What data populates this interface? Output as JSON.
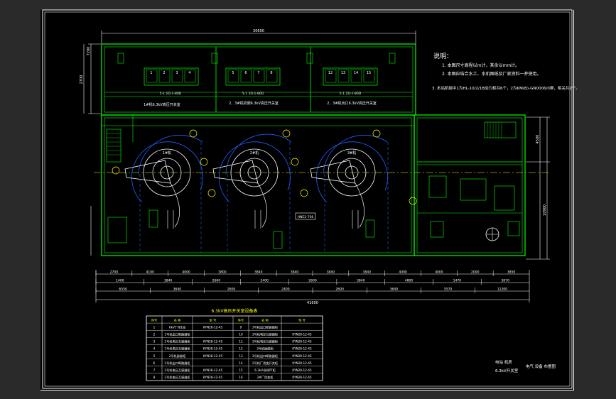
{
  "drawing": {
    "top_dimension": "30600",
    "left_dimensions": [
      "2700",
      "7200"
    ],
    "right_dimensions": [
      "4500",
      "10900"
    ],
    "bottom_dimension_total": "41600",
    "bottom_row1": [
      "2700",
      "4100",
      "4000",
      "3800",
      "3840",
      "3840",
      "3840",
      "3840",
      "4000",
      "4000",
      "2000",
      "3850"
    ],
    "bottom_row2": [
      "1400",
      "3840",
      "2600",
      "2400",
      "2600",
      "3840",
      "4800",
      "1470",
      "3870"
    ],
    "bottom_row3": [
      "6550",
      "3640",
      "2600",
      "2400",
      "2600",
      "3640",
      "5570",
      "11200"
    ],
    "row_unit_labels": [
      "5-1 1D-1-80D",
      "5-1 1D-1-80D",
      "5-1 1D-1-80D"
    ],
    "cubicle_groups": [
      [
        "1",
        "2",
        "3",
        "4"
      ],
      [
        "5",
        "6",
        "7",
        "8"
      ],
      [
        "12",
        "13",
        "14",
        "15"
      ]
    ],
    "switchroom_labels": [
      "1#机6.3kV高压开关室",
      "2、3#机机侧6.3kV高压开关室",
      "2、3#机出口6.3kV高压开关室"
    ],
    "device_labels": [
      "1#机",
      "2#机",
      "3#机"
    ],
    "tag_box": "HNE2-700"
  },
  "notes": {
    "heading": "说明：",
    "lines": [
      "1. 本图尺寸高程以m计，其余以mm计。",
      "2. 本图应结合水工、水机图纸及厂家资料一并使用。",
      "3. 本站机组中1为HL-10/2/1B动力柜共6个，2为KM(B)-GN0006/0屏，相关共2个。"
    ]
  },
  "table": {
    "title": "6.3kV高压开关室设备表",
    "headers": [
      "序号",
      "名  称",
      "型  号",
      "序号",
      "名  称",
      "型  号"
    ],
    "rows": [
      [
        "1",
        "6kV厂用1段",
        "KYN28-12-45",
        "9",
        "3号机出口断路器柜",
        ""
      ],
      [
        "2",
        "1号机出口断路器柜",
        "",
        "10",
        "3号机电压互感器柜",
        "KYN28-12-45"
      ],
      [
        "3",
        "1号机电压互感器柜",
        "KYN28-12-45",
        "11",
        "3号机电压互感器柜",
        "KYN28-12-45"
      ],
      [
        "4",
        "1号机电压互感器柜",
        "KYN28-12-45",
        "12",
        "3号机励磁柜",
        "KYN28-12-45"
      ],
      [
        "5",
        "2号机励磁柜",
        "KYN28-12-45",
        "13",
        "3号机出口断路器柜",
        "KYN28-12-45"
      ],
      [
        "6",
        "2号机出口断路器柜",
        "",
        "14",
        "2号机厂用变开关柜",
        "KYN28-12-45"
      ],
      [
        "7",
        "2号机电压互感器柜",
        "KYN28-12-45",
        "15",
        "6.3kV母线PT柜",
        "KYN28-12-45"
      ],
      [
        "8",
        "2号机电压互感器柜",
        "KYN28-12-45",
        "16",
        "3#厂用变柜",
        "KYN28-12-45"
      ]
    ]
  },
  "title_block": {
    "line1": "电站 机房",
    "line2": "6.3kV开关室",
    "line3": "电气 设备 布置图"
  },
  "colors": {
    "background": "#000000",
    "outer": "#2a2a2a",
    "primary_line": "#00ff00",
    "dimension_line": "#ffffff",
    "arc_line": "#2060ff",
    "accent_yellow": "#ffff00",
    "center_line": "#ff4040"
  }
}
